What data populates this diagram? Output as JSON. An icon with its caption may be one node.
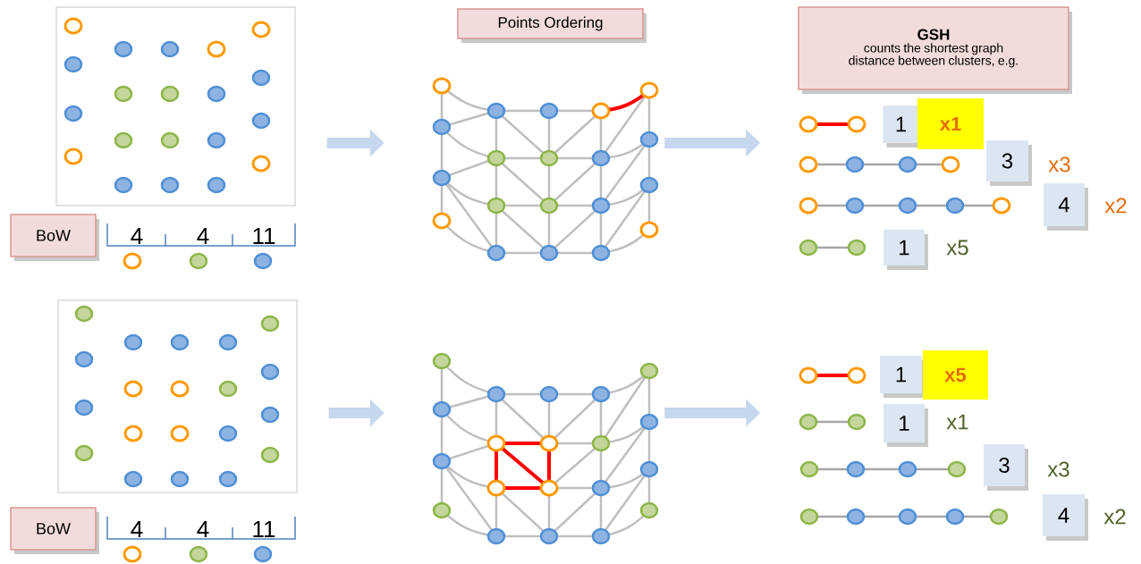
{
  "diagram": {
    "nodes": [
      {
        "text": [],
        "shape": "box"
      },
      {
        "text": [
          "BoW"
        ]
      },
      {
        "text": [
          "Points Ordering"
        ]
      },
      {
        "text": [],
        "shape": "picture"
      },
      {
        "text": [
          "GSH",
          "counts the shortest graph distance between clusters, e.g."
        ]
      },
      {
        "text": [
          "1"
        ],
        "beside": [
          "x1"
        ]
      },
      {
        "text": [
          "3"
        ],
        "beside": [
          "x3"
        ]
      },
      {
        "text": [
          "4"
        ],
        "beside": [
          "x2"
        ]
      },
      {
        "text": [
          "1"
        ],
        "beside": [
          "x5"
        ]
      },
      {
        "text": [],
        "shape": "box"
      },
      {
        "text": [
          "BoW"
        ]
      },
      {
        "text": [],
        "shape": "picture"
      },
      {
        "text": [
          "1"
        ],
        "beside": [
          "x5"
        ]
      },
      {
        "text": [
          "1"
        ],
        "beside": [
          "x1"
        ]
      },
      {
        "text": [
          "3"
        ],
        "beside": [
          "x3"
        ]
      },
      {
        "text": [
          "4"
        ],
        "beside": [
          "x2"
        ]
      }
    ],
    "edges": [
      {
        "from": 0,
        "to": 3,
        "arrow": "to"
      },
      {
        "from": 3,
        "to": null,
        "arrow": "to"
      },
      {
        "from": 9,
        "to": 11,
        "arrow": "to"
      },
      {
        "from": 11,
        "to": null,
        "arrow": "to"
      }
    ],
    "labels": [
      "4",
      "4",
      "11",
      "4",
      "4",
      "11"
    ]
  }
}
